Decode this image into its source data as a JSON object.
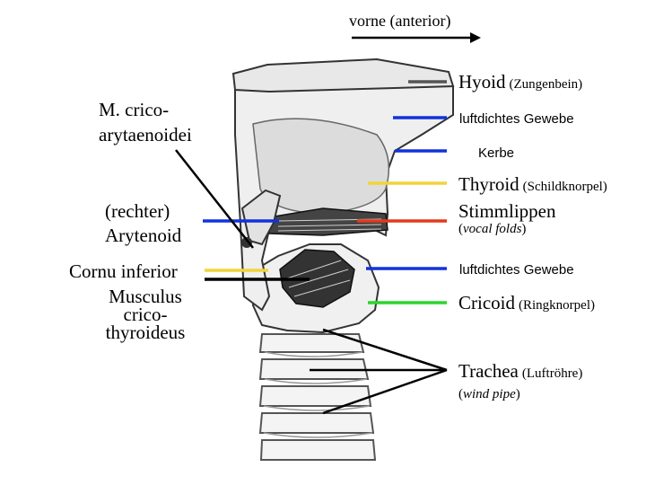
{
  "direction_label": "vorne (anterior)",
  "labels": {
    "hyoid": {
      "main": "Hyoid",
      "sub": "(Zungenbein)"
    },
    "airtight_upper": "luftdichtes Gewebe",
    "notch": "Kerbe",
    "thyroid": {
      "main": "Thyroid",
      "sub": "(Schildknorpel)"
    },
    "vocal_folds": {
      "main": "Stimmlippen",
      "sub": "vocal folds"
    },
    "airtight_lower": "luftdichtes Gewebe",
    "cricoid": {
      "main": "Cricoid",
      "sub": "(Ringknorpel)"
    },
    "trachea": {
      "main": "Trachea",
      "sub": "(Luftröhre)",
      "sub2": "wind pipe"
    },
    "crico_arytenoid": {
      "line1": "M. crico-",
      "line2": "arytaenoidei"
    },
    "arytenoid": {
      "line1": "(rechter)",
      "line2": "Arytenoid"
    },
    "cornu": "Cornu inferior",
    "cricothyroid": {
      "line1": "Musculus",
      "line2": "crico-",
      "line3": "thyroideus"
    }
  },
  "colors": {
    "gray": "#555555",
    "blue": "#1133dd",
    "yellow": "#f2d43a",
    "red": "#e23a1a",
    "green": "#2bd62b",
    "black": "#000000"
  }
}
